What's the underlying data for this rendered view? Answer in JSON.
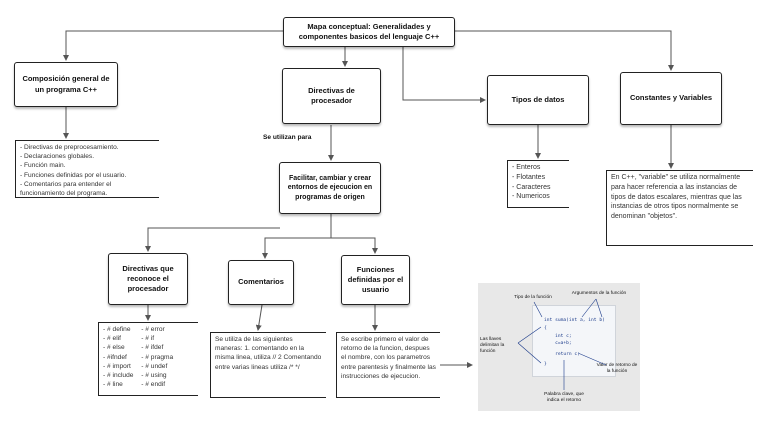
{
  "nodes": {
    "root": "Mapa conceptual: Generalidades y componentes basicos del lenguaje C++",
    "composicion": "Composición general de un programa C++",
    "directivas": "Directivas de procesador",
    "tipos": "Tipos de datos",
    "constantes": "Constantes y Variables",
    "facilitar": "Facilitar, cambiar y crear entornos de ejecucion en programas de origen",
    "reconoce": "Directivas que reconoce el procesador",
    "comentarios": "Comentarios",
    "funciones": "Funciones definidas por el usuario"
  },
  "edge_label": "Se utilizan para",
  "composicion_items": [
    "- Directivas de preprocesamiento.",
    "- Declaraciones globales.",
    "- Función main.",
    "- Funciones definidas por el usuario.",
    "- Comentarios para entender el funcionamiento del programa."
  ],
  "tipos_items": [
    "- Enteros",
    "- Flotantes",
    "- Caracteres",
    "- Numericos"
  ],
  "constantes_text": "En C++, \"variable\" se utiliza normalmente para hacer referencia a las instancias de tipos de datos escalares, mientras que las instancias de otros tipos normalmente se denominan \"objetos\".",
  "directivas_col1": [
    "- # define",
    "- # elif",
    "- # else",
    "- #ifndef",
    "- # import",
    "- # include",
    "- # line"
  ],
  "directivas_col2": [
    "- # error",
    "- # if",
    "- # ifdef",
    "- # pragma",
    "- # undef",
    "- # using",
    "- # endif"
  ],
  "comentarios_text": "Se utiliza de las siguientes maneras: 1. comentando en la misma linea, utiliza // 2 Comentando entre varias lineas utiliza /* */",
  "funciones_text": "Se escribe primero el valor de retorno de la funcion, despues el nombre, con los parametros entre parentesis y finalmente las instrucciones de ejecucion.",
  "figure": {
    "tipo": "Tipo de la función",
    "argumentos": "Argumentos de la función",
    "llaves": "Las llaves delimitan la función",
    "valor": "Valor de retorno de la función",
    "palabra": "Palabra clave, que indica el retorno",
    "code": [
      "int suma(int a, int b)",
      "{",
      "    int c;",
      "    c=a+b;",
      "",
      "    return c;",
      "}"
    ]
  },
  "colors": {
    "line": "#555555",
    "box_border": "#222222",
    "shadow": "#999999"
  }
}
